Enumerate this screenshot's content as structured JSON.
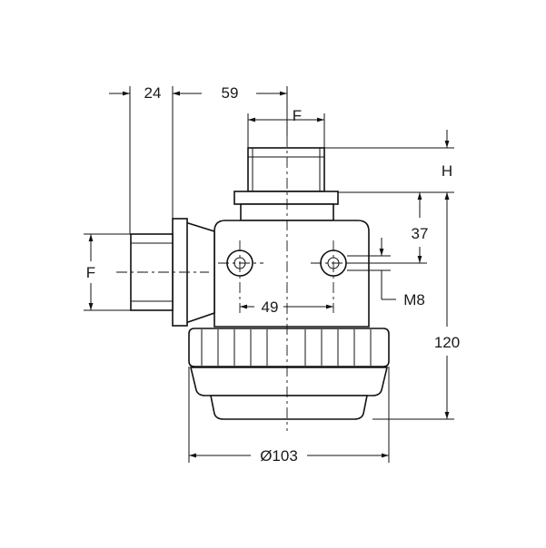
{
  "dimensions": {
    "side_offset": "24",
    "top_offset": "59",
    "top_thread": "F",
    "side_thread": "F",
    "head_height": "H",
    "port_height": "37",
    "port_spacing": "49",
    "bolt_thread": "M8",
    "total_height": "120",
    "diameter": "Ø103"
  }
}
